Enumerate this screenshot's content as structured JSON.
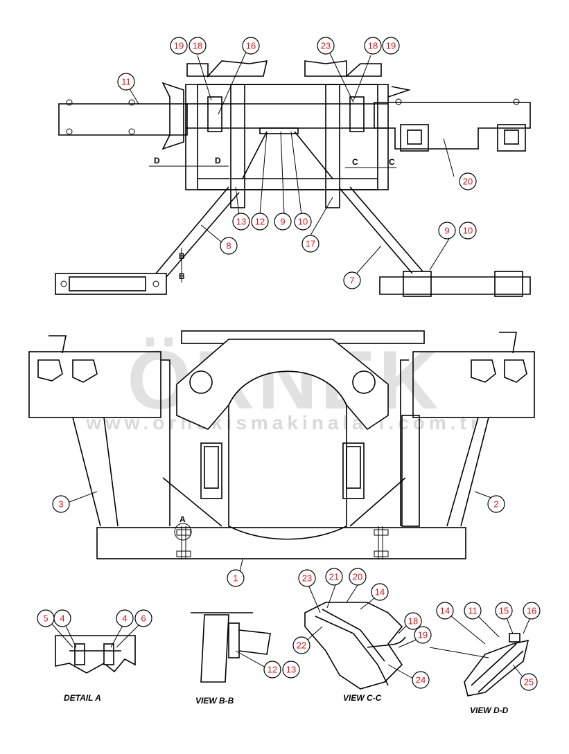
{
  "watermark": {
    "brand": "ÖRNEK",
    "url": "www.ornekismakinalari.com.tr",
    "color": "#c9c9c9"
  },
  "callout_color": "#d81818",
  "section_markers": {
    "d": "D",
    "c": "C",
    "b": "B",
    "a": "A"
  },
  "view_labels": {
    "detail_a": "DETAIL A",
    "view_bb": "VIEW  B-B",
    "view_cc": "VIEW C-C",
    "view_dd": "VIEW D-D"
  },
  "callouts": [
    {
      "id": "c-19a",
      "label": "19"
    },
    {
      "id": "c-18a",
      "label": "18"
    },
    {
      "id": "c-16a",
      "label": "16"
    },
    {
      "id": "c-23a",
      "label": "23"
    },
    {
      "id": "c-18b",
      "label": "18"
    },
    {
      "id": "c-19b",
      "label": "19"
    },
    {
      "id": "c-11a",
      "label": "11"
    },
    {
      "id": "c-20a",
      "label": "20"
    },
    {
      "id": "c-13a",
      "label": "13"
    },
    {
      "id": "c-12a",
      "label": "12"
    },
    {
      "id": "c-9a",
      "label": "9"
    },
    {
      "id": "c-10a",
      "label": "10"
    },
    {
      "id": "c-17",
      "label": "17"
    },
    {
      "id": "c-9b",
      "label": "9"
    },
    {
      "id": "c-10b",
      "label": "10"
    },
    {
      "id": "c-8",
      "label": "8"
    },
    {
      "id": "c-7",
      "label": "7"
    },
    {
      "id": "c-3",
      "label": "3"
    },
    {
      "id": "c-2",
      "label": "2"
    },
    {
      "id": "c-1",
      "label": "1"
    },
    {
      "id": "c-23b",
      "label": "23"
    },
    {
      "id": "c-21",
      "label": "21"
    },
    {
      "id": "c-20b",
      "label": "20"
    },
    {
      "id": "c-14a",
      "label": "14"
    },
    {
      "id": "c-18c",
      "label": "18"
    },
    {
      "id": "c-19c",
      "label": "19"
    },
    {
      "id": "c-22",
      "label": "22"
    },
    {
      "id": "c-24",
      "label": "24"
    },
    {
      "id": "c-14b",
      "label": "14"
    },
    {
      "id": "c-11b",
      "label": "11"
    },
    {
      "id": "c-15",
      "label": "15"
    },
    {
      "id": "c-16b",
      "label": "16"
    },
    {
      "id": "c-25",
      "label": "25"
    },
    {
      "id": "c-5",
      "label": "5"
    },
    {
      "id": "c-4a",
      "label": "4"
    },
    {
      "id": "c-4b",
      "label": "4"
    },
    {
      "id": "c-6",
      "label": "6"
    },
    {
      "id": "c-12b",
      "label": "12"
    },
    {
      "id": "c-13b",
      "label": "13"
    }
  ]
}
